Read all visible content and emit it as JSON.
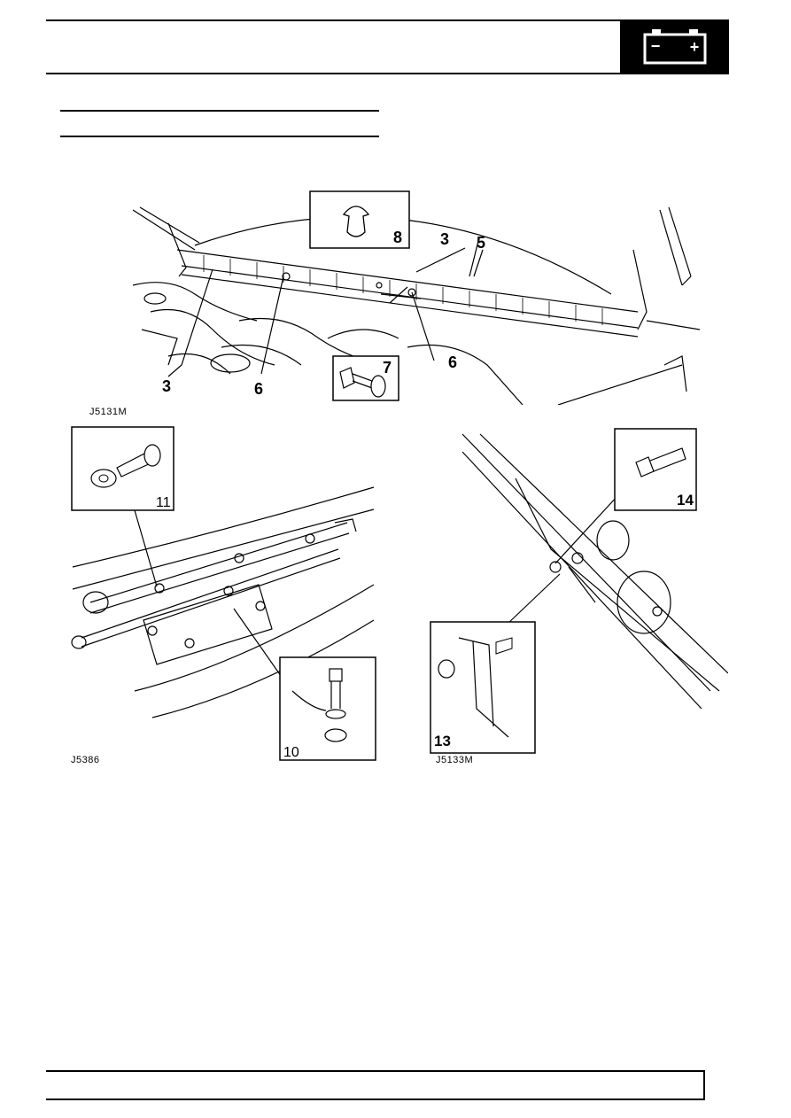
{
  "header": {
    "section_icon": "battery-icon",
    "battery_minus": "−",
    "battery_plus": "+"
  },
  "figures": [
    {
      "code": "J5131M",
      "callouts": [
        "8",
        "3",
        "5",
        "3",
        "6",
        "6",
        "7"
      ]
    },
    {
      "code": "J5386",
      "callouts": [
        "11",
        "10"
      ]
    },
    {
      "code": "J5133M",
      "callouts": [
        "14",
        "13"
      ]
    }
  ]
}
